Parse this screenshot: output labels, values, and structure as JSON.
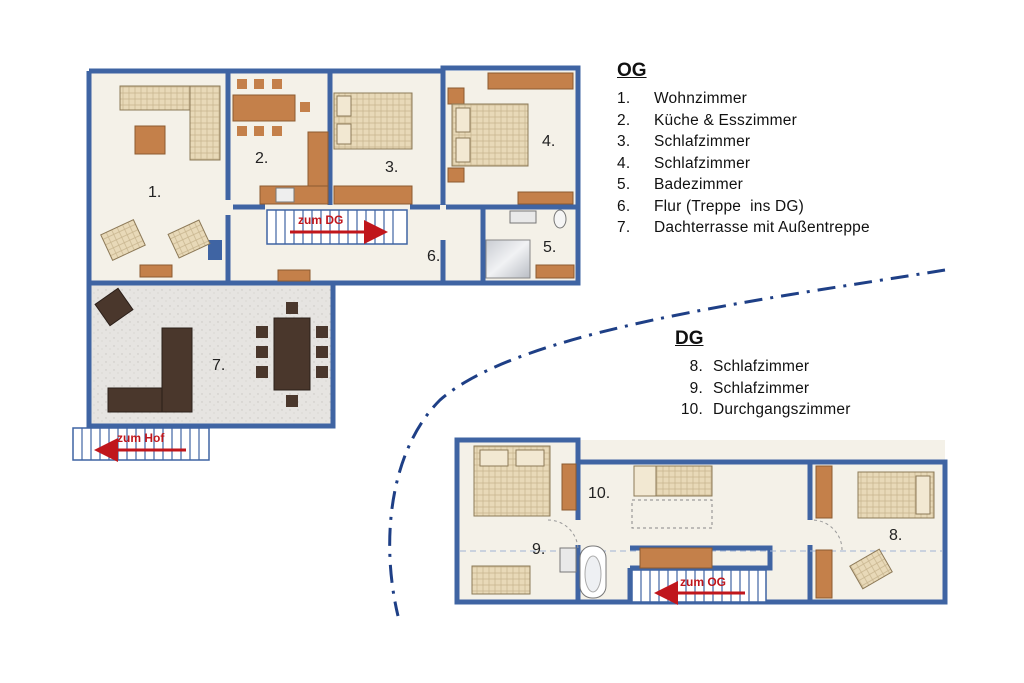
{
  "og": {
    "heading": "OG",
    "items": [
      {
        "num": "1.",
        "label": "Wohnzimmer"
      },
      {
        "num": "2.",
        "label": "Küche & Esszimmer"
      },
      {
        "num": "3.",
        "label": "Schlafzimmer"
      },
      {
        "num": "4.",
        "label": "Schlafzimmer"
      },
      {
        "num": "5.",
        "label": "Badezimmer"
      },
      {
        "num": "6.",
        "label": "Flur (Treppe  ins DG)"
      },
      {
        "num": "7.",
        "label": "Dachterrasse mit Außentreppe"
      }
    ]
  },
  "dg": {
    "heading": "DG",
    "items": [
      {
        "num": "8.",
        "label": "Schlafzimmer"
      },
      {
        "num": "9.",
        "label": "Schlafzimmer"
      },
      {
        "num": "10.",
        "label": "Durchgangszimmer"
      }
    ]
  },
  "rooms": {
    "r1": "1.",
    "r2": "2.",
    "r3": "3.",
    "r4": "4.",
    "r5": "5.",
    "r6": "6.",
    "r7": "7.",
    "r8": "8.",
    "r9": "9.",
    "r10": "10."
  },
  "stairs": {
    "og_to_dg": "zum DG",
    "to_yard": "zum Hof",
    "dg_down": "zum OG"
  },
  "colors": {
    "wall": "#3f64a3",
    "floor": "#f4f1e8",
    "terrace": "#e6e4e1",
    "wood": "#c4804a",
    "fabric": "#e8d9b8",
    "dark_furniture": "#4a372c",
    "arrow": "#c0161c"
  }
}
